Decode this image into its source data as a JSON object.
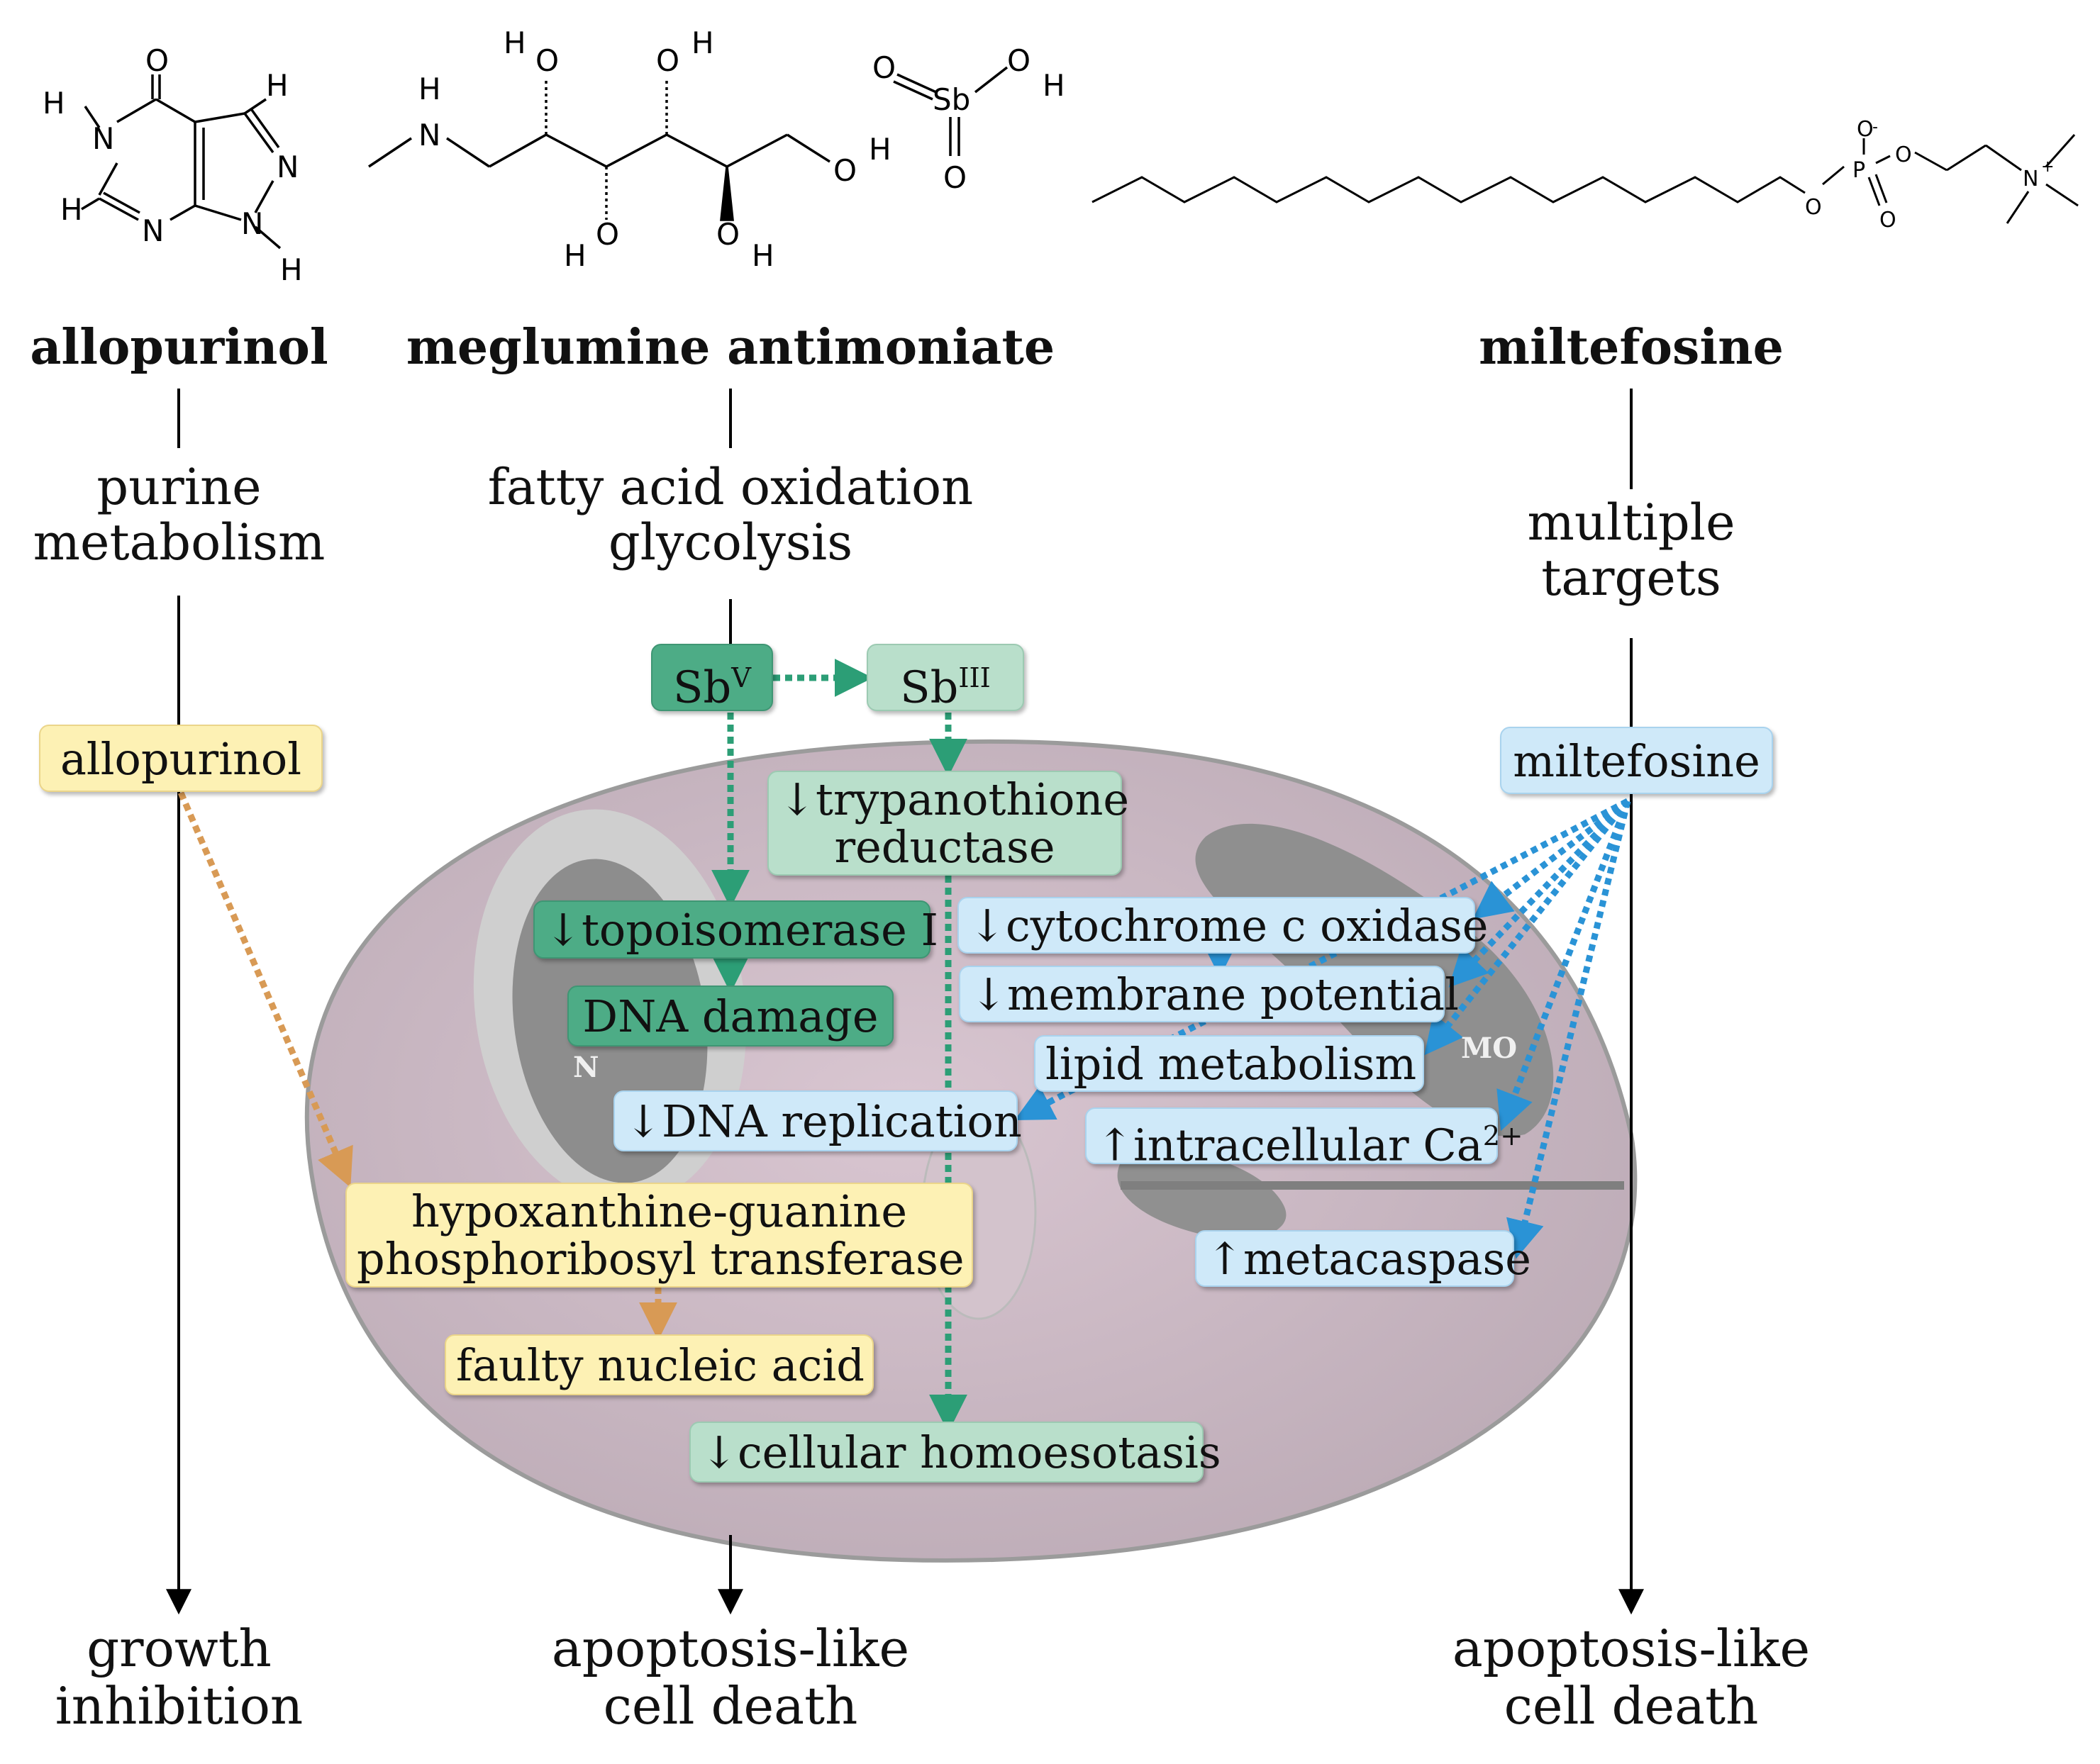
{
  "columns": {
    "allopurinol": {
      "drug_name": "allopurinol",
      "pathway": [
        "purine",
        "metabolism"
      ],
      "outcome": [
        "growth",
        "inhibition"
      ],
      "boxes": {
        "drug": "allopurinol",
        "hgprt": [
          "hypoxanthine-guanine",
          "phosphoribosyl transferase"
        ],
        "faulty": "faulty nucleic acid"
      }
    },
    "meglumine": {
      "drug_name": "meglumine antimoniate",
      "pathway": [
        "fatty acid oxidation",
        "glycolysis"
      ],
      "outcome": [
        "apoptosis-like",
        "cell death"
      ],
      "boxes": {
        "sbv_base": "Sb",
        "sbv_sup": "V",
        "sbiii_base": "Sb",
        "sbiii_sup": "III",
        "trypanothione": [
          "↓trypanothione",
          "reductase"
        ],
        "topoisomerase": "↓topoisomerase I",
        "dna_damage": "DNA damage",
        "dna_replication": "↓DNA replication",
        "homeostasis": "↓cellular homoesotasis"
      }
    },
    "miltefosine": {
      "drug_name": "miltefosine",
      "pathway": [
        "multiple",
        "targets"
      ],
      "outcome": [
        "apoptosis-like",
        "cell death"
      ],
      "boxes": {
        "drug": "miltefosine",
        "cytochrome": "↓cytochrome c oxidase",
        "membrane": "↓membrane potential",
        "lipid": "lipid metabolism",
        "calcium_base": "↑intracellular Ca",
        "calcium_sup": "2+",
        "metacaspase": "↑metacaspase"
      }
    }
  },
  "cell_labels": {
    "nucleus": "N",
    "mitochondrion": "MO"
  },
  "structures": {
    "allopurinol_atoms": [
      "O",
      "H",
      "H",
      "N",
      "N",
      "N",
      "N",
      "H",
      "H"
    ],
    "meglumine_atoms": [
      "H",
      "N",
      "H",
      "O",
      "O",
      "H",
      "O",
      "H",
      "O",
      "H",
      "O",
      "H"
    ],
    "antimonic_atoms": [
      "O",
      "Sb",
      "O",
      "H",
      "O"
    ],
    "miltefosine_atoms": [
      "O",
      "P",
      "O",
      "O",
      "O",
      "N"
    ],
    "miltefosine_charges": [
      "-",
      "+"
    ]
  },
  "colors": {
    "allopurinol": "#fdf1b4",
    "antimony_dark": "#4dac86",
    "antimony_light": "#b9dfcb",
    "miltefosine": "#cfe9f9",
    "arrow_orange": "#d89a55",
    "arrow_green": "#2c9e76",
    "arrow_blue": "#2a93d6",
    "cell_body": "#cdbcc6"
  }
}
